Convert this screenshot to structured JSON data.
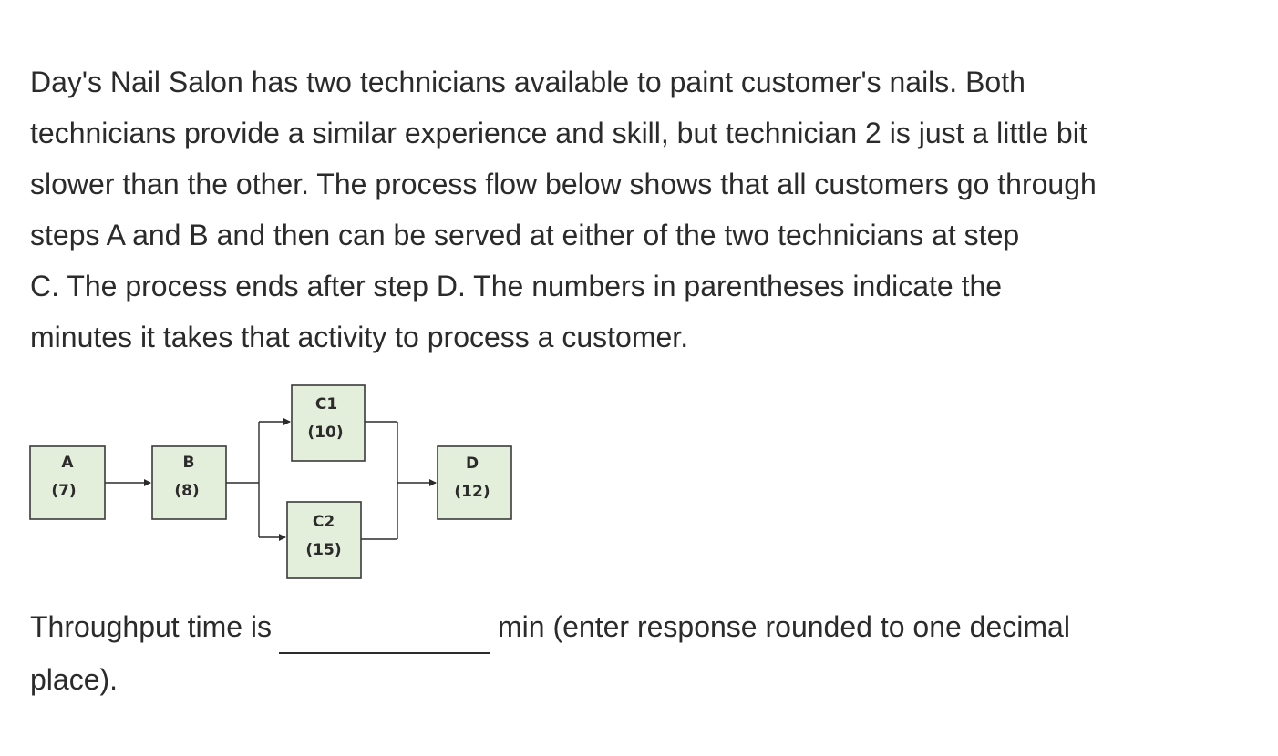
{
  "question": {
    "lines": [
      "Day's Nail Salon has two technicians available to paint customer's nails. Both",
      "technicians provide a similar experience and skill, but technician 2 is just a little bit",
      "slower than the other. The process flow below shows that all customers go through",
      "steps A and B and then can be served at either of the two technicians at step",
      "C. The process ends after step D. The numbers in parentheses indicate the",
      "minutes it takes that activity to process a customer."
    ]
  },
  "diagram": {
    "nodes": [
      {
        "id": "A",
        "label": "A",
        "time": "(7)"
      },
      {
        "id": "B",
        "label": "B",
        "time": "(8)"
      },
      {
        "id": "C1",
        "label": "C1",
        "time": "(10)"
      },
      {
        "id": "C2",
        "label": "C2",
        "time": "(15)"
      },
      {
        "id": "D",
        "label": "D",
        "time": "(12)"
      }
    ]
  },
  "answer": {
    "prefix": "Throughput time is",
    "suffix_line1": "min (enter response rounded to one decimal",
    "suffix_line2": "place).",
    "value": ""
  }
}
